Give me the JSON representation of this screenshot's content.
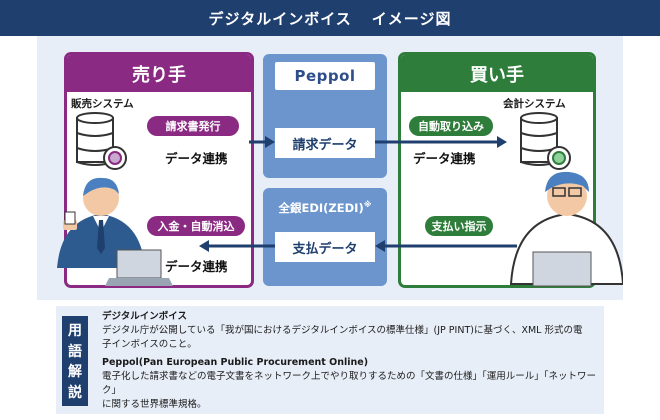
{
  "title": {
    "left": "デジタルインボイス",
    "right": "イメージ図"
  },
  "seller": {
    "header": "売り手",
    "system_label": "販売システム",
    "action_top": "請求書発行",
    "action_bottom": "入金・自動消込",
    "link_top": "データ連携",
    "link_bottom": "データ連携",
    "accent": "#8a2a82"
  },
  "buyer": {
    "header": "買い手",
    "system_label": "会計システム",
    "action_top": "自動取り込み",
    "action_bottom": "支払い指示",
    "link_top": "データ連携",
    "accent": "#2e7d3a"
  },
  "network": {
    "peppol_logo": "Peppol",
    "invoice_data": "請求データ",
    "zedi_label": "全銀EDI(ZEDI)",
    "zedi_mark": "※",
    "payment_data": "支払データ",
    "accent": "#6b95cc"
  },
  "glossary": {
    "tag": [
      "用",
      "語",
      "解",
      "説"
    ],
    "entries": [
      {
        "term": "デジタルインボイス",
        "lines": [
          "デジタル庁が公開している「我が国におけるデジタルインボイスの標準仕様」(JP PINT)に基づく、XML 形式の電",
          "子インボイスのこと。"
        ]
      },
      {
        "term": "Peppol(Pan European Public Procurement Online)",
        "lines": [
          "電子化した請求書などの電子文書をネットワーク上でやり取りするための「文書の仕様」「運用ルール」「ネットワーク」",
          "に関する世界標準規格。"
        ]
      }
    ]
  },
  "icons": [
    "database-icon",
    "gear-icon",
    "businessman-icon",
    "worker-icon",
    "laptop-icon",
    "arrow-right-icon",
    "arrow-left-icon"
  ]
}
